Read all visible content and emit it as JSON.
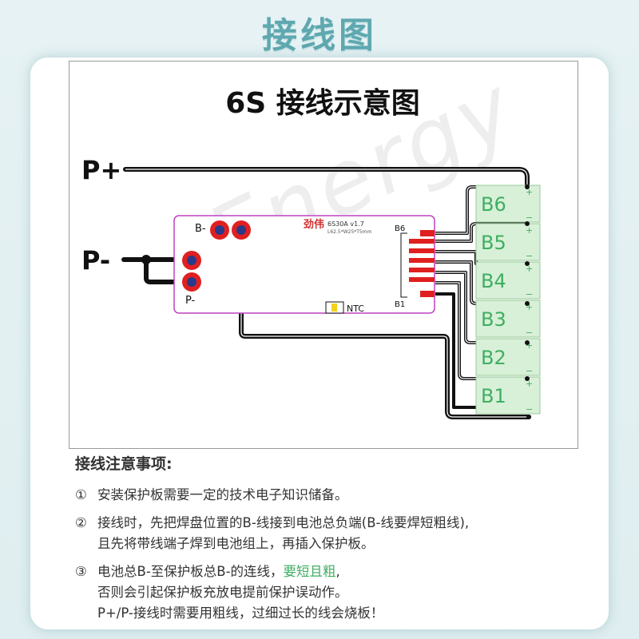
{
  "page_title": "接线图",
  "diagram": {
    "title": "6S 接线示意图",
    "terminals": {
      "p_plus": "P+",
      "p_minus": "P-"
    },
    "board": {
      "brand": "劲伟",
      "model": "6S30A v1.7",
      "dimensions": "L62.5*W25*T5mm",
      "pad_b_minus": "B-",
      "pad_p_minus": "P-",
      "balance_top": "B6",
      "balance_bottom": "B1",
      "ntc": "NTC"
    },
    "cells": [
      "B6",
      "B5",
      "B4",
      "B3",
      "B2",
      "B1"
    ],
    "cell_plus": "+",
    "cell_minus": "−",
    "watermark": "Energy",
    "colors": {
      "wire": "#111111",
      "board_border": "#c040c0",
      "pad": "#e02020",
      "pad_center": "#2a3a8a",
      "cell_fill": "#d8f0d8",
      "cell_text": "#3fae62"
    }
  },
  "notes": {
    "heading": "接线注意事项:",
    "items": [
      {
        "num": "①",
        "lines": [
          "安装保护板需要一定的技术电子知识储备。"
        ]
      },
      {
        "num": "②",
        "lines": [
          "接线时，先把焊盘位置的B-线接到电池总负端(B-线要焊短粗线),",
          "且先将带线端子焊到电池组上，再插入保护板。"
        ]
      },
      {
        "num": "③",
        "line1_prefix": "电池总B-至保护板总B-的连线，",
        "line1_highlight": "要短且粗",
        "line1_suffix": ",",
        "lines": [
          "否则会引起保护板充放电提前保护误动作。",
          "P+/P-接线时需要用粗线，过细过长的线会烧板！"
        ]
      }
    ]
  }
}
